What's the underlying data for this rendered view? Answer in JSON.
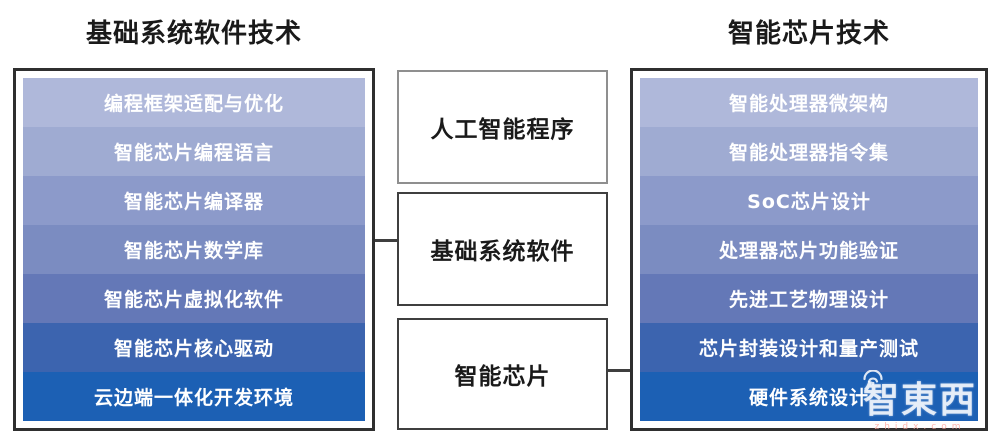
{
  "palette": {
    "panel_border": "#2f2f2f",
    "light_box_border": "#8f8f8f",
    "dark_box_border": "#3f3f3f",
    "title_text": "#1a1a1a",
    "bar_text": "#ffffff",
    "bar_colors": [
      "#afb8da",
      "#9fabd2",
      "#8c9aca",
      "#7b8cc1",
      "#6478b7",
      "#3c64af",
      "#1c60b4"
    ]
  },
  "left_stack": {
    "title": "基础系统软件技术",
    "items": [
      "编程框架适配与优化",
      "智能芯片编程语言",
      "智能芯片编译器",
      "智能芯片数学库",
      "智能芯片虚拟化软件",
      "智能芯片核心驱动",
      "云边端一体化开发环境"
    ]
  },
  "middle_boxes": [
    {
      "label": "人工智能程序"
    },
    {
      "label": "基础系统软件"
    },
    {
      "label": "智能芯片"
    }
  ],
  "right_stack": {
    "title": "智能芯片技术",
    "items": [
      "智能处理器微架构",
      "智能处理器指令集",
      "SoC芯片设计",
      "处理器芯片功能验证",
      "先进工艺物理设计",
      "芯片封装设计和量产测试",
      "硬件系统设计"
    ]
  },
  "watermark": {
    "logo": "智東西",
    "domain": "zhidx.com"
  }
}
